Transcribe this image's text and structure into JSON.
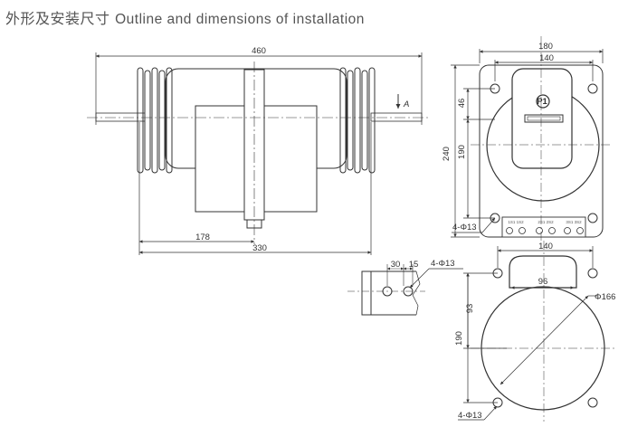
{
  "title": {
    "cn": "外形及安装尺寸",
    "en": "Outline and dimensions of installation"
  },
  "side_view": {
    "dim_total_length": "460",
    "dim_178": "178",
    "dim_330": "330",
    "section_mark": "A"
  },
  "front_view": {
    "dim_180": "180",
    "dim_140": "140",
    "dim_240": "240",
    "dim_46": "46",
    "dim_190": "190",
    "holes": "4-Φ13",
    "terminal_label": "P1",
    "terminal_labels": [
      "1S1 1S2",
      "2S1 2S2",
      "3S1 3S2"
    ]
  },
  "detail_view": {
    "dim_30": "30",
    "dim_15": "15",
    "holes": "4-Φ13"
  },
  "base_view": {
    "dim_140": "140",
    "dim_96": "96",
    "dim_diameter": "Φ166",
    "dim_93": "93",
    "dim_190": "190",
    "holes": "4-Φ13"
  },
  "colors": {
    "line": "#333333",
    "title": "#555555"
  }
}
